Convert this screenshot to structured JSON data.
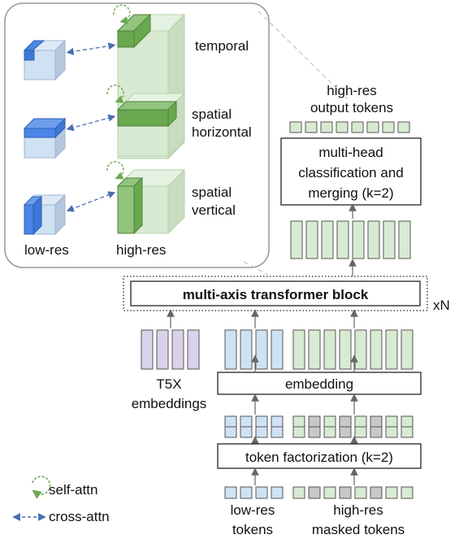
{
  "inset": {
    "rows": [
      {
        "label": "temporal"
      },
      {
        "label_line1": "spatial",
        "label_line2": "horizontal"
      },
      {
        "label_line1": "spatial",
        "label_line2": "vertical"
      }
    ],
    "low_res_label": "low-res",
    "high_res_label": "high-res"
  },
  "pipeline": {
    "output_label_line1": "high-res",
    "output_label_line2": "output tokens",
    "head_box_line1": "multi-head",
    "head_box_line2": "classification and",
    "head_box_line3": "merging (k=2)",
    "transformer_label": "multi-axis transformer block",
    "repeat_label": "xN",
    "t5x_line1": "T5X",
    "t5x_line2": "embeddings",
    "embedding_label": "embedding",
    "factorization_label": "token factorization (k=2)",
    "low_res_tokens_line1": "low-res",
    "low_res_tokens_line2": "tokens",
    "high_res_tokens_line1": "high-res",
    "high_res_tokens_line2": "masked tokens"
  },
  "legend": {
    "self_attn": "self-attn",
    "cross_attn": "cross-attn"
  },
  "colors": {
    "green_token": "#d9ead3",
    "blue_token": "#cfe2f3",
    "purple_token": "#d9d2e9",
    "gray_token": "#c8c8c8",
    "cube_face": "#cfe2f3",
    "cube_hi_face": "#d9ead3",
    "blue_slab": "#4a86e8",
    "green_slab": "#6aa84f",
    "arrow_blue": "#4a6fb5",
    "self_attn_green": "#6aa84f"
  }
}
